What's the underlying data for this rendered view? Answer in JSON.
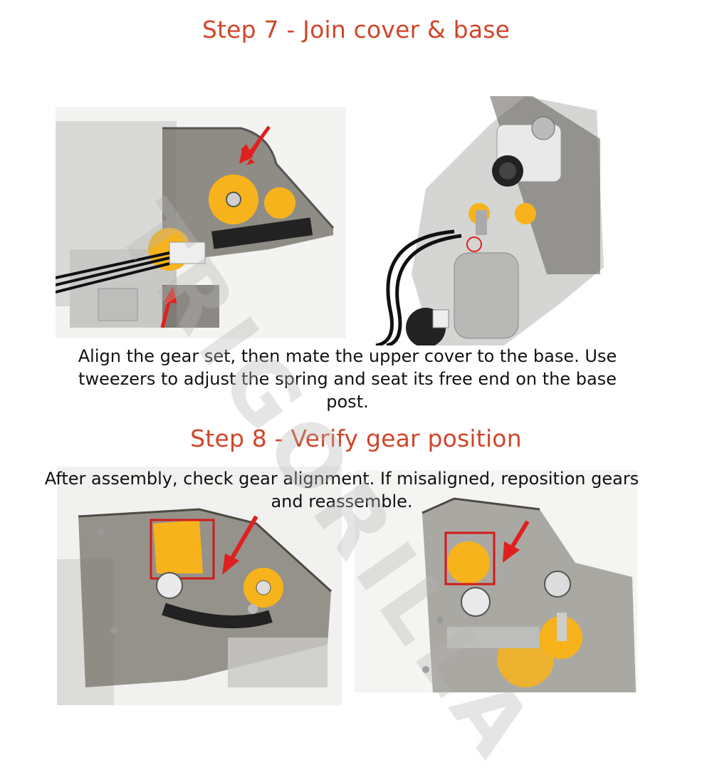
{
  "step7": {
    "heading": "Step 7 - Join cover & base",
    "caption": "Align the gear set, then mate the upper cover to the base. Use tweezers to adjust the spring and seat its free end on the base post."
  },
  "step8": {
    "heading": "Step 8 - Verify gear position",
    "caption": "After assembly, check gear alignment. If misaligned, reposition gears and reassemble."
  },
  "watermark": "TRIGORILLA",
  "colors": {
    "heading": "#d1462a",
    "arrow": "#e0201e",
    "gear": "#f7b31b"
  }
}
